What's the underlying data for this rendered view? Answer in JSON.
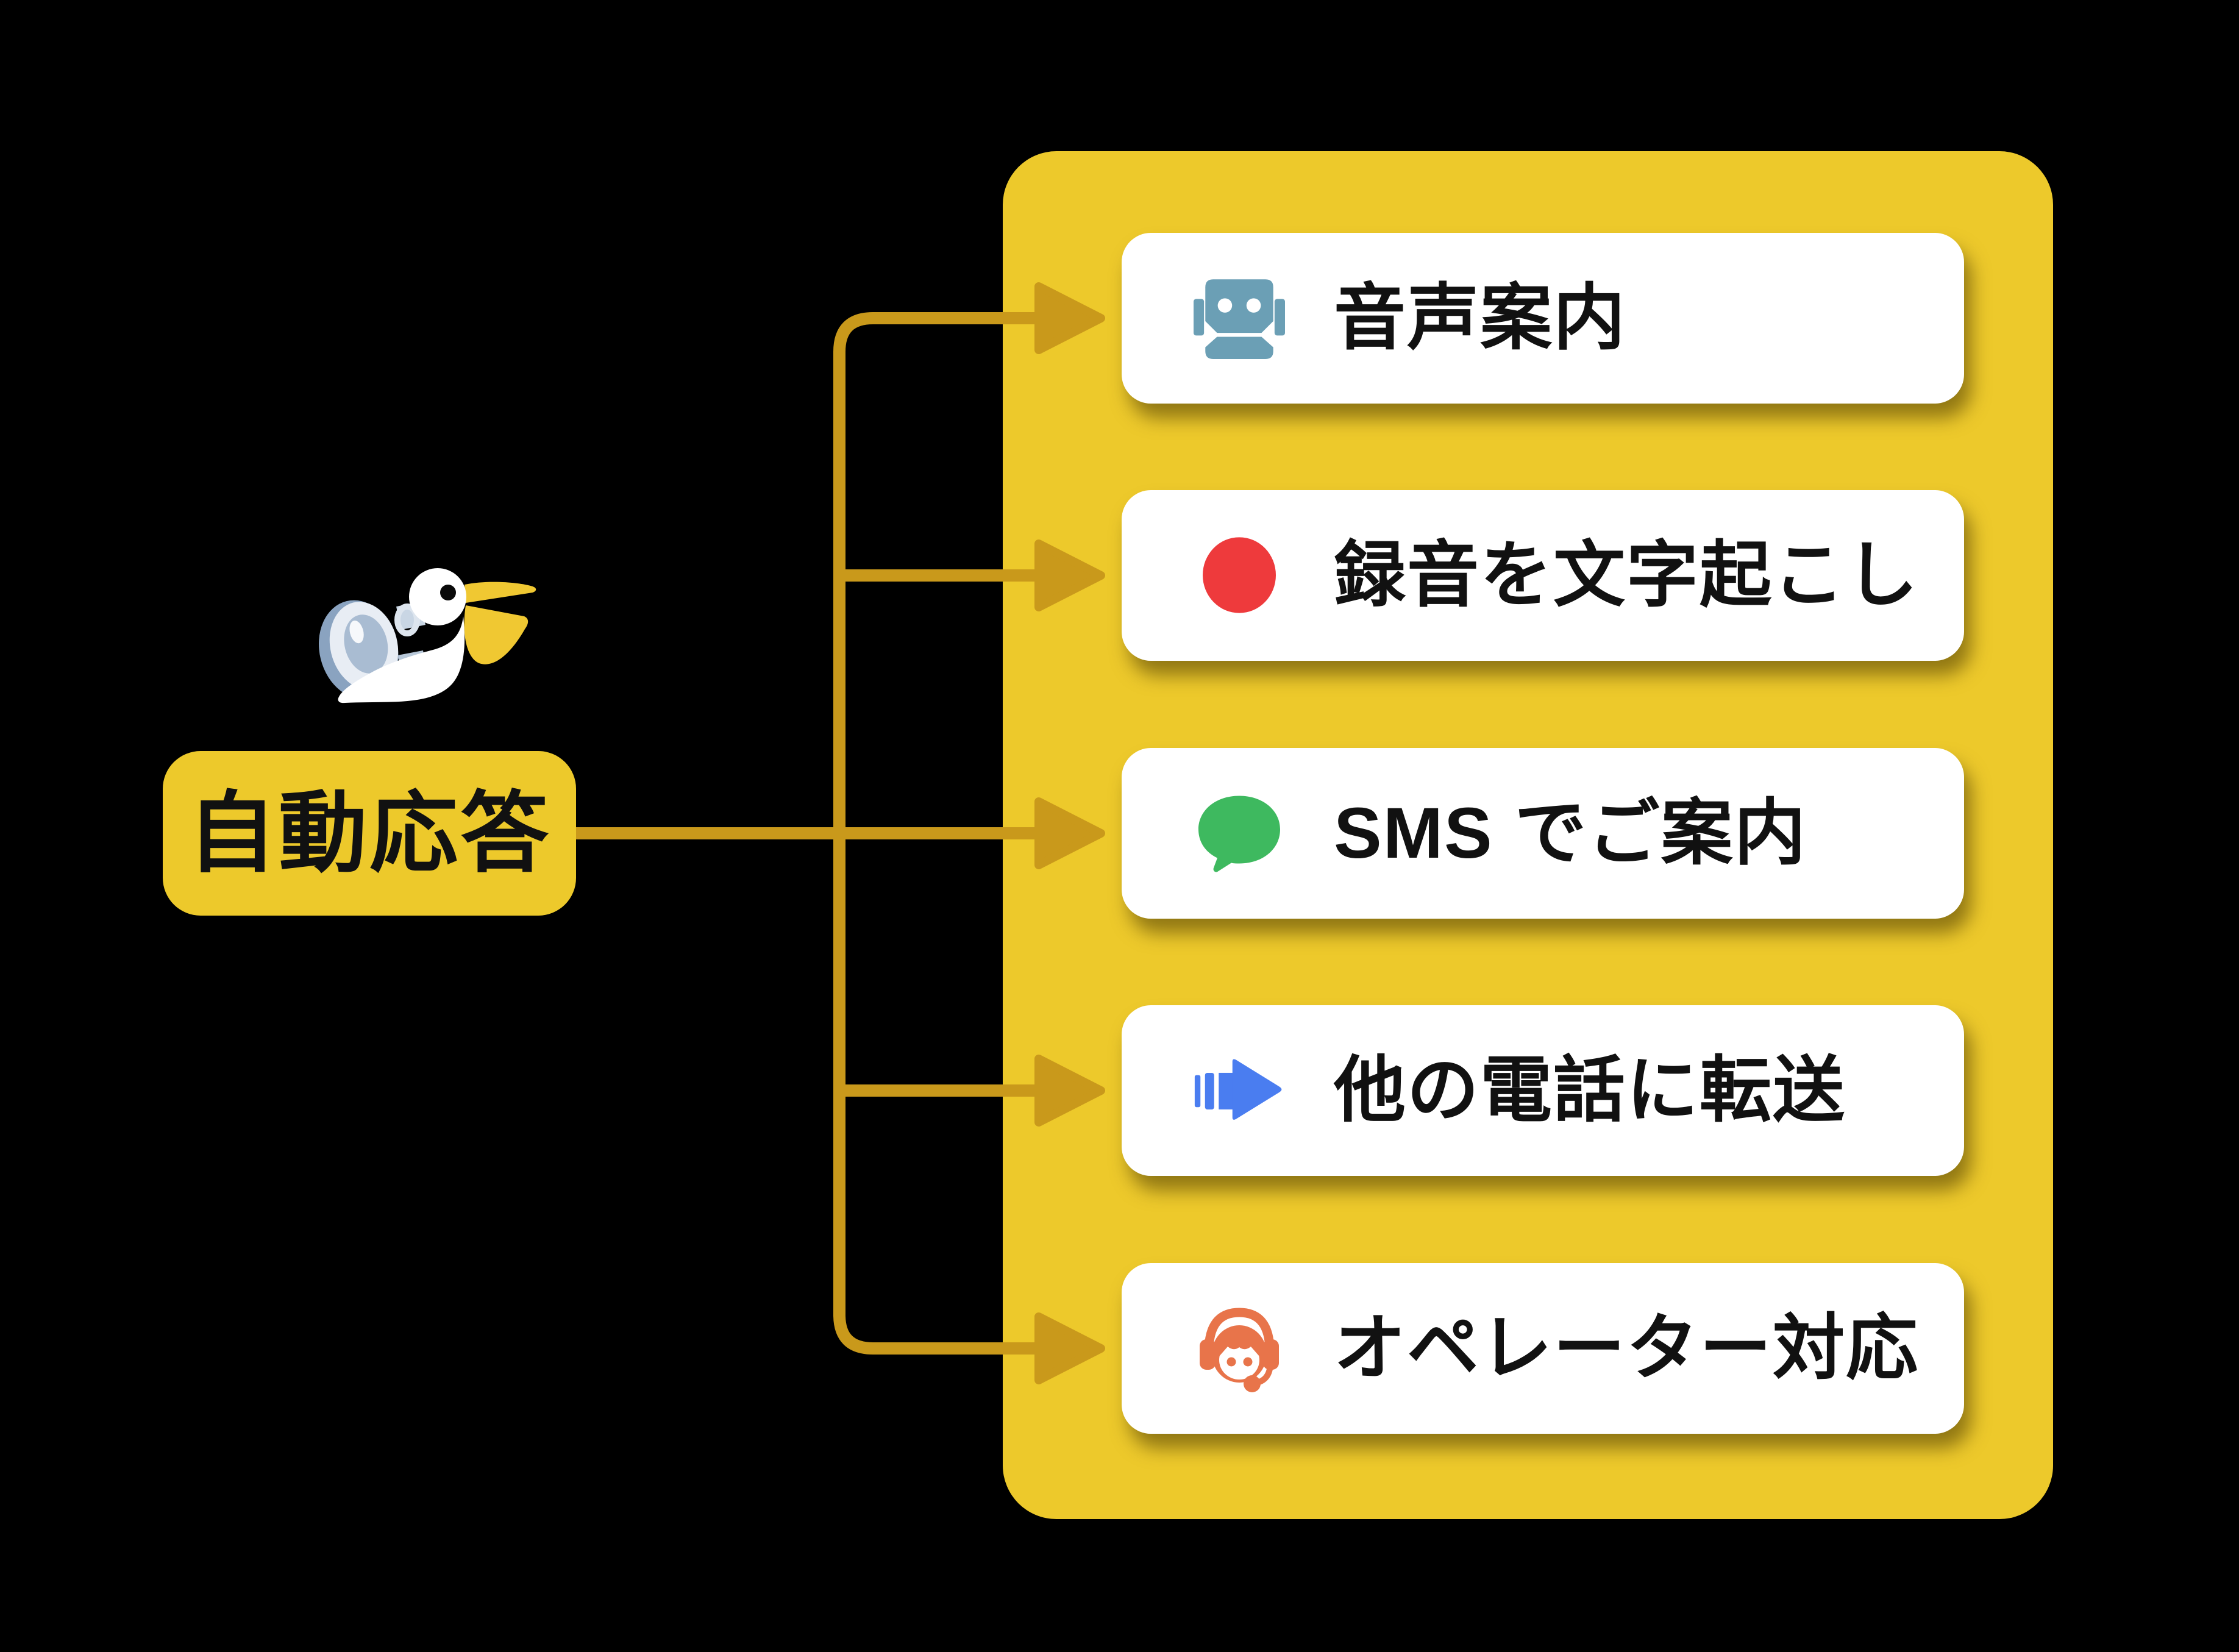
{
  "source": {
    "label": "自動応答"
  },
  "mascot": {
    "icon": "pelican-with-camera-icon"
  },
  "features": [
    {
      "icon": "robot-icon",
      "label": "音声案内"
    },
    {
      "icon": "record-icon",
      "label": "録音を文字起こし"
    },
    {
      "icon": "sms-icon",
      "label": "SMS でご案内"
    },
    {
      "icon": "forward-icon",
      "label": "他の電話に転送"
    },
    {
      "icon": "operator-icon",
      "label": "オペレーター対応"
    }
  ],
  "colors": {
    "background": "#000000",
    "panel-yellow": "#edc92b",
    "arrow-gold": "#c9991b",
    "card-white": "#ffffff",
    "text-black": "#111111",
    "robot-blue": "#6b9fb5",
    "record-red": "#ee3a3c",
    "sms-green": "#3eb95f",
    "forward-blue": "#4a7df0",
    "operator-orange": "#e8744a",
    "pelican-white": "#ffffff",
    "pelican-beak-yellow": "#f0c832",
    "camera-blue-gray": "#a9bcd2"
  }
}
